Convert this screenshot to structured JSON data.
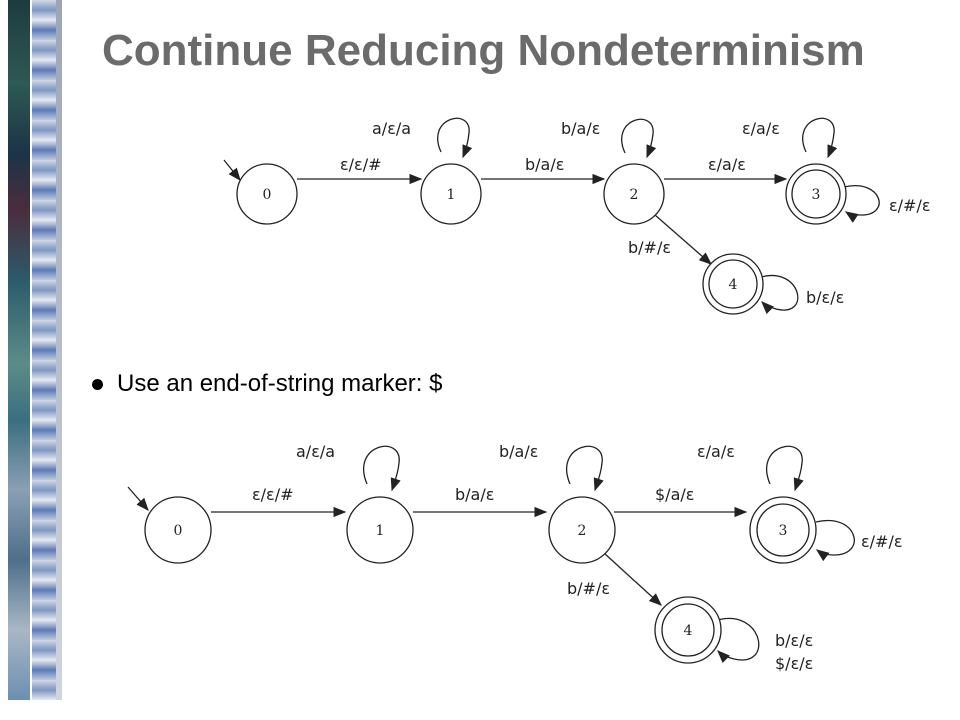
{
  "title": "Continue Reducing Nondeterminism",
  "bullet": "Use an end-of-string marker: $",
  "diagram_top": {
    "states": [
      "0",
      "1",
      "2",
      "3",
      "4"
    ],
    "edges": [
      {
        "label": "ε/ε/#"
      },
      {
        "label": "b/a/ε"
      },
      {
        "label": "ε/a/ε"
      },
      {
        "label": "b/#/ε"
      },
      {
        "label": "a/ε/a"
      },
      {
        "label": "b/a/ε"
      },
      {
        "label": "ε/a/ε"
      },
      {
        "label": "ε/#/ε"
      },
      {
        "label": "b/ε/ε"
      }
    ]
  },
  "diagram_bottom": {
    "states": [
      "0",
      "1",
      "2",
      "3",
      "4"
    ],
    "edges": [
      {
        "label": "ε/ε/#"
      },
      {
        "label": "b/a/ε"
      },
      {
        "label": "$/a/ε"
      },
      {
        "label": "b/#/ε"
      },
      {
        "label": "a/ε/a"
      },
      {
        "label": "b/a/ε"
      },
      {
        "label": "ε/a/ε"
      },
      {
        "label": "ε/#/ε"
      },
      {
        "label": "b/ε/ε"
      },
      {
        "label": "$/ε/ε"
      }
    ]
  }
}
